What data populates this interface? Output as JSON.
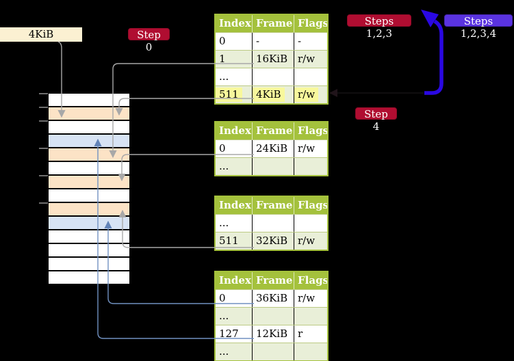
{
  "labels": {
    "frame_size_box": "4KiB",
    "badge_step0": "Step 0",
    "badge_steps123": "Steps 1,2,3",
    "badge_steps1234": "Steps 1,2,3,4",
    "badge_step4": "Step 4"
  },
  "table_headers": {
    "index": "Index",
    "frame": "Frame",
    "flags": "Flags"
  },
  "tables": {
    "level4": {
      "rows": [
        {
          "index": "0",
          "frame": "-",
          "flags": "-"
        },
        {
          "index": "1",
          "frame": "16KiB",
          "flags": "r/w"
        },
        {
          "index": "...",
          "frame": "",
          "flags": ""
        },
        {
          "index": "511",
          "frame": "4KiB",
          "flags": "r/w"
        }
      ]
    },
    "level3": {
      "rows": [
        {
          "index": "0",
          "frame": "24KiB",
          "flags": "r/w"
        },
        {
          "index": "...",
          "frame": "",
          "flags": ""
        }
      ]
    },
    "level2": {
      "rows": [
        {
          "index": "...",
          "frame": "",
          "flags": ""
        },
        {
          "index": "511",
          "frame": "32KiB",
          "flags": "r/w"
        }
      ]
    },
    "level1": {
      "rows": [
        {
          "index": "0",
          "frame": "36KiB",
          "flags": "r/w"
        },
        {
          "index": "...",
          "frame": "",
          "flags": ""
        },
        {
          "index": "127",
          "frame": "12KiB",
          "flags": "r"
        },
        {
          "index": "...",
          "frame": "",
          "flags": ""
        }
      ]
    }
  },
  "memory": {
    "rows": [
      {
        "type": "free"
      },
      {
        "type": "pagetable"
      },
      {
        "type": "free"
      },
      {
        "type": "mapped"
      },
      {
        "type": "pagetable"
      },
      {
        "type": "free"
      },
      {
        "type": "pagetable"
      },
      {
        "type": "free"
      },
      {
        "type": "pagetable"
      },
      {
        "type": "mapped"
      },
      {
        "type": "free"
      },
      {
        "type": "free"
      },
      {
        "type": "free"
      },
      {
        "type": "free"
      }
    ]
  },
  "colors": {
    "table_header_olive": "#a4c13c",
    "table_row_green": "#e9efd8",
    "highlight_yellow": "#f8f89c",
    "frame_pagetable_orange": "#fce3c6",
    "frame_mapped_blue": "#d7e3f4",
    "badge_red": "#b00d31",
    "badge_blue": "#5a33e0",
    "loop_arrow_blue": "#2a08e2",
    "connector_gray": "#a8a8a8",
    "connector_blue": "#6b8dc0"
  }
}
